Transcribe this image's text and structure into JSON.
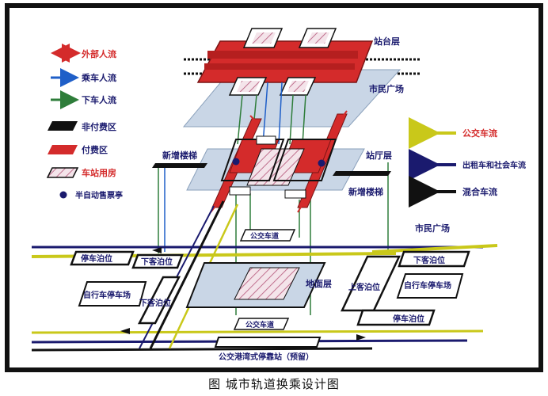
{
  "colors": {
    "red": "#d42b2b",
    "blue": "#1f5fc8",
    "green": "#2e7d3a",
    "yellow": "#c9c81a",
    "navy": "#1a1a6e",
    "black": "#111111",
    "plane": "#c9d6e6",
    "pink_hatch": "#d9a3b8"
  },
  "legend_left": [
    {
      "label": "外部人流",
      "icon": "red-double-arrow-icon"
    },
    {
      "label": "乘车人流",
      "icon": "blue-arrow-icon"
    },
    {
      "label": "下车人流",
      "icon": "green-arrow-icon"
    },
    {
      "label": "非付费区",
      "icon": "black-block-icon"
    },
    {
      "label": "付费区",
      "icon": "red-block-icon"
    },
    {
      "label": "车站用房",
      "icon": "hatched-block-icon"
    },
    {
      "label": "半自动售票亭",
      "icon": "dot-icon"
    }
  ],
  "legend_right": [
    {
      "label": "公交车流",
      "icon": "yellow-arrow-icon"
    },
    {
      "label": "出租车和社会车流",
      "icon": "navy-arrow-icon"
    },
    {
      "label": "混合车流",
      "icon": "black-arrow-icon"
    }
  ],
  "labels": {
    "platform": "站台层",
    "plaza_top": "市民广场",
    "concourse": "站厅层",
    "stair_left": "新增楼梯",
    "stair_right": "新增楼梯",
    "plaza_right": "市民广场",
    "bus_lane": "公交车道",
    "ground": "地面层",
    "taxi_stand_left": "停车泊位",
    "drop_left": "下客泊位",
    "bike_left": "自行车停车场",
    "drop_bottom": "下客泊位",
    "drop_right": "下客泊位",
    "pickup_right": "上客泊位",
    "bike_right": "自行车停车场",
    "taxi_stand_right": "停车泊位",
    "bus_lane_bottom": "公交车道",
    "bus_bay": "公交港湾式停靠站（预留）"
  },
  "caption": "图  城市轨道换乘设计图"
}
